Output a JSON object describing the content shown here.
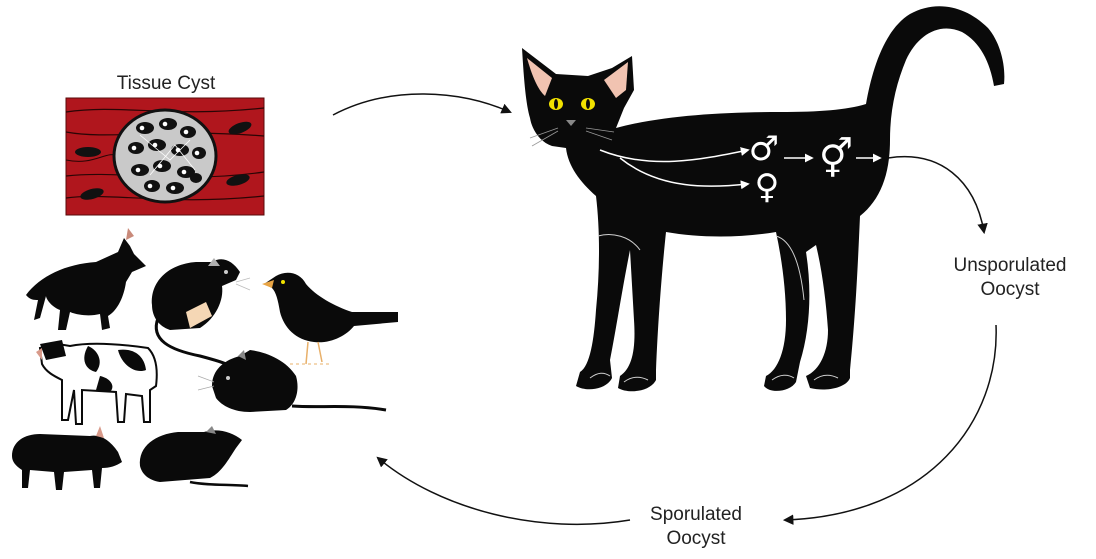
{
  "labels": {
    "tissue_cyst": "Tissue Cyst",
    "unsporulated": [
      "Unsporulated",
      "Oocyst"
    ],
    "sporulated": [
      "Sporulated",
      "Oocyst"
    ]
  },
  "symbols": {
    "male": "♂",
    "female": "♀",
    "hermaphrodite": "⚥"
  },
  "colors": {
    "muscle_red": "#b0161d",
    "cyst_gray": "#c9c9c9",
    "silhouette": "#0a0a0a",
    "cat_eye": "#f2e200",
    "cat_ear": "#f1c3b1"
  }
}
